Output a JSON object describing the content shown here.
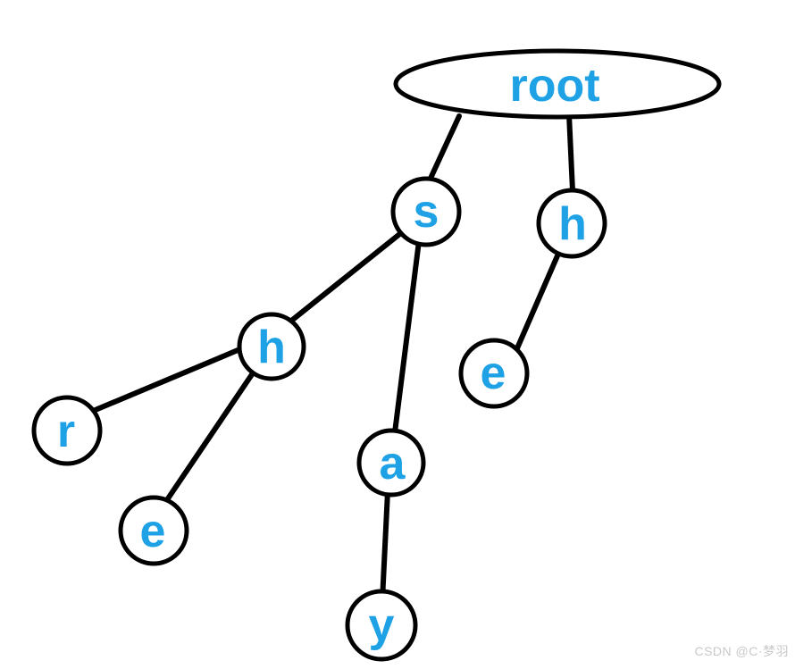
{
  "diagram": {
    "kind": "trie-tree",
    "root": {
      "label": "root"
    },
    "nodes": [
      {
        "id": "s",
        "label": "s"
      },
      {
        "id": "h-right",
        "label": "h"
      },
      {
        "id": "h-left",
        "label": "h"
      },
      {
        "id": "e-right",
        "label": "e"
      },
      {
        "id": "r",
        "label": "r"
      },
      {
        "id": "a",
        "label": "a"
      },
      {
        "id": "e-left",
        "label": "e"
      },
      {
        "id": "y",
        "label": "y"
      }
    ],
    "edges": [
      {
        "from": "root",
        "to": "s"
      },
      {
        "from": "root",
        "to": "h-right"
      },
      {
        "from": "s",
        "to": "h-left"
      },
      {
        "from": "s",
        "to": "a"
      },
      {
        "from": "h-left",
        "to": "r"
      },
      {
        "from": "h-left",
        "to": "e-left"
      },
      {
        "from": "h-right",
        "to": "e-right"
      },
      {
        "from": "a",
        "to": "y"
      }
    ]
  },
  "watermark": {
    "text": "CSDN @C·梦羽"
  },
  "colors": {
    "label_blue": "#1fa2e5",
    "line_black": "#000000",
    "watermark_gray": "#c9c9c9",
    "background": "#ffffff"
  }
}
